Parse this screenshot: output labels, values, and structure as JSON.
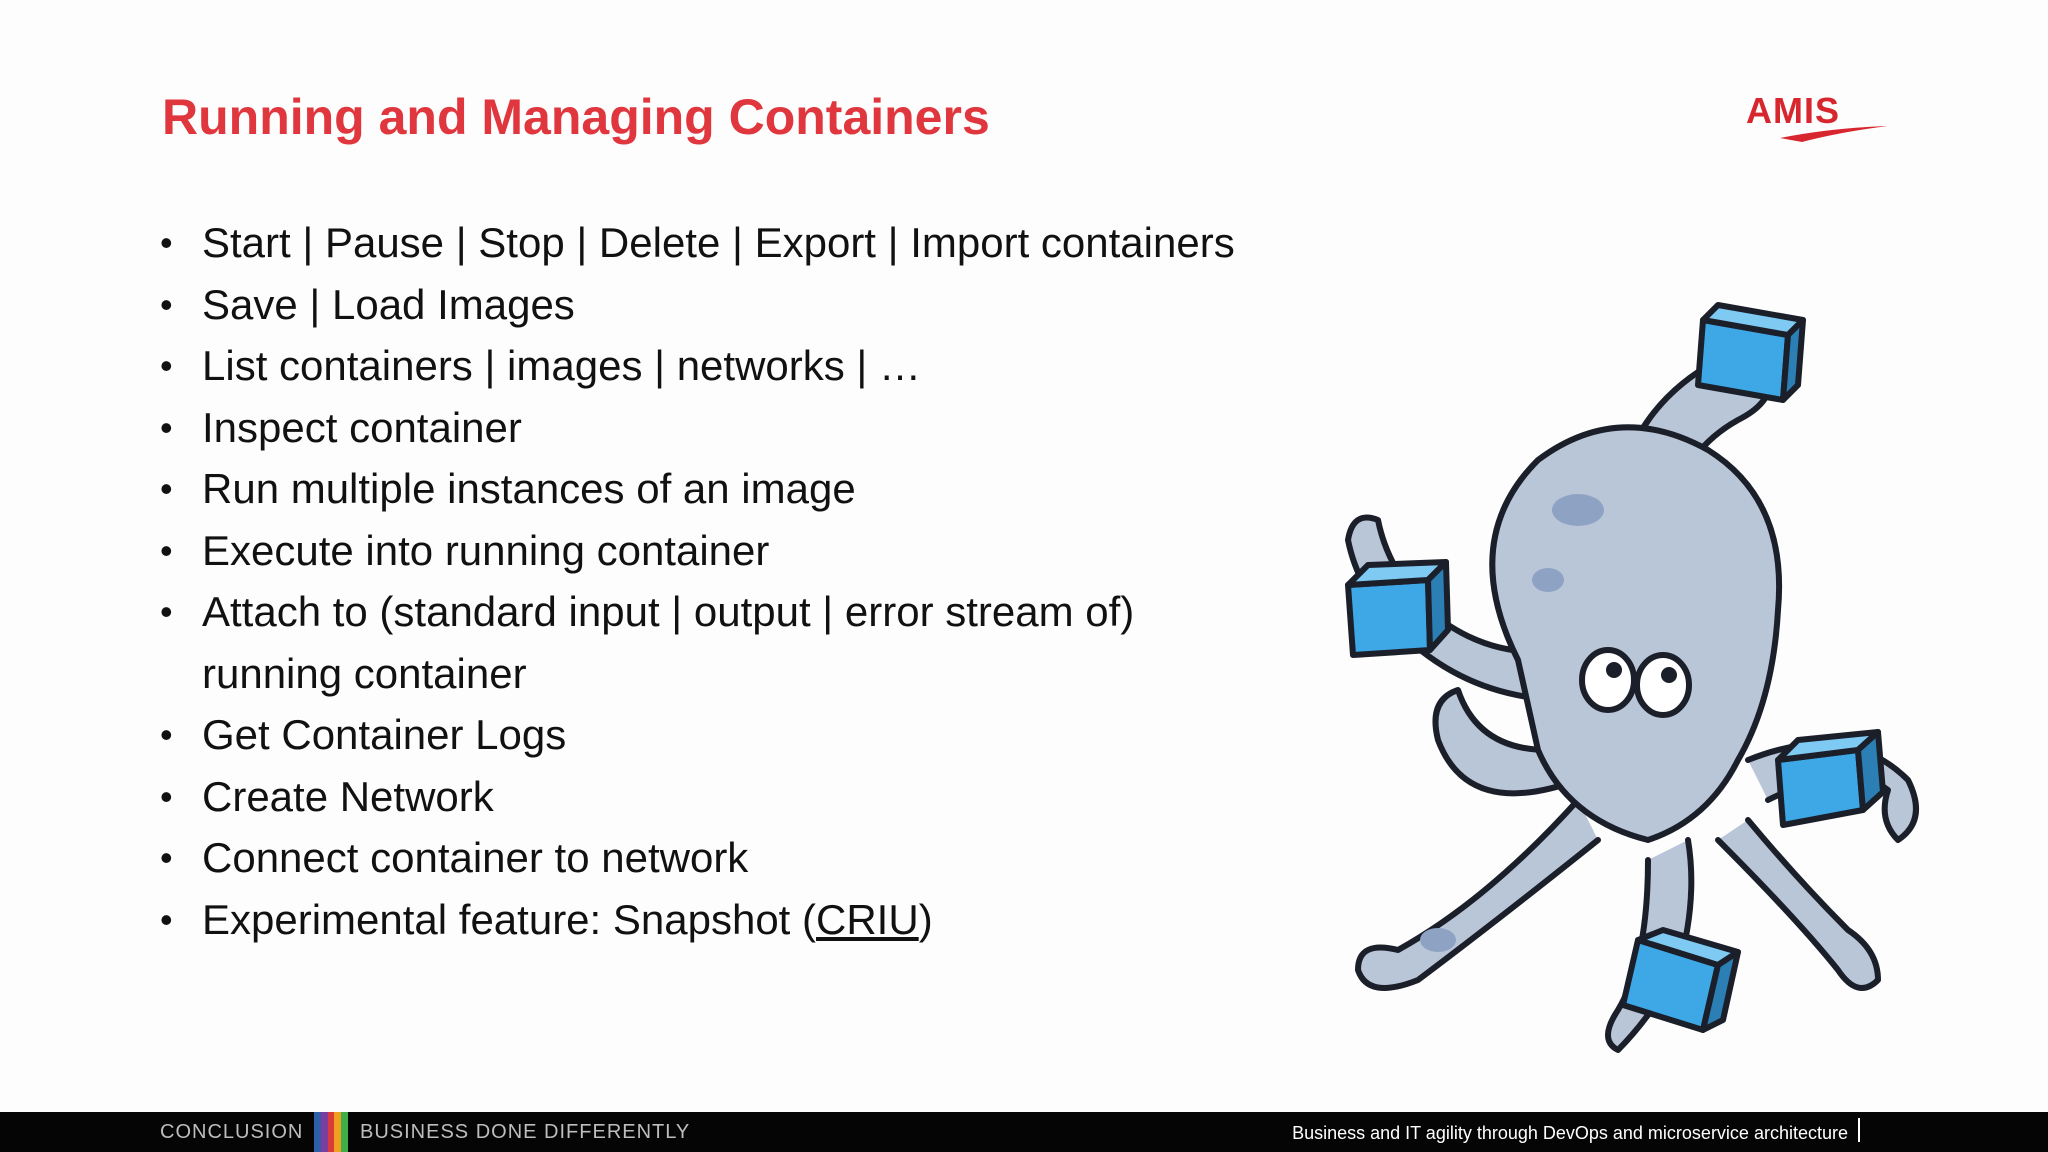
{
  "slide": {
    "title": "Running and Managing Containers",
    "logo_text": "AMIS"
  },
  "bullets": [
    "Start | Pause | Stop | Delete | Export | Import containers",
    "Save | Load Images",
    "List containers | images | networks | …",
    "Inspect container",
    "Run multiple instances of an image",
    "Execute into running container",
    "Attach to (standard input | output | error stream of)",
    "running container",
    "Get Container Logs",
    "Create Network",
    "Connect container to network"
  ],
  "last_bullet": {
    "prefix": "Experimental feature: Snapshot (",
    "link": "CRIU",
    "suffix": ")"
  },
  "bullet_glyph": "•",
  "footer": {
    "left": "CONCLUSION",
    "middle": "BUSINESS DONE DIFFERENTLY",
    "right": "Business and IT agility through DevOps and microservice architecture"
  },
  "colors": {
    "title": "#e0363d",
    "footer_bg": "#050505",
    "octopus": "#b9c6d8",
    "container_blue": "#3ea7e6"
  },
  "icons": {
    "illustration": "octopus-with-containers-icon",
    "logo": "amis-logo"
  }
}
